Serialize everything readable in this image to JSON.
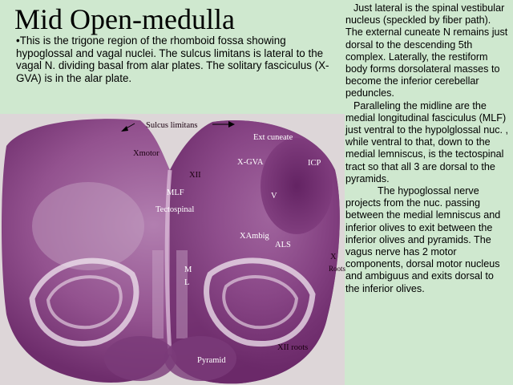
{
  "title": "Mid Open-medulla",
  "intro": "•This is the trigone region of the rhomboid fossa showing hypoglossal and vagal nuclei. The sulcus limitans is lateral to the vagal N. dividing basal from alar plates. The solitary fasciculus (X-GVA) is in the alar plate.",
  "paragraphs": [
    "Just lateral is the spinal vestibular nucleus (speckled by fiber path). The external cuneate N remains just dorsal to the descending 5th complex. Laterally, the restiform body forms dorsolateral masses to become the inferior cerebellar peduncles.",
    "Paralleling the midline are the medial longitudinal fasciculus (MLF) just ventral to the hypolglossal nuc. , while ventral to that, down to the medial lemniscus, is the tectospinal tract so that all 3 are dorsal to the pyramids.",
    "The hypoglossal nerve projects from the nuc. passing between the medial lemniscus and inferior olives to exit between the inferior olives and pyramids. The vagus nerve has 2 motor components, dorsal motor nucleus and ambiguus and exits dorsal to the inferior olives."
  ],
  "labels": {
    "sulcus": "Sulcus limitans",
    "ext_cuneate": "Ext cuneate",
    "xmotor": "Xmotor",
    "xgva": "X-GVA",
    "icp": "ICP",
    "xii": "XII",
    "mlf": "MLF",
    "v": "V",
    "tectospinal": "Tectospinal",
    "xambig": "XAmbig",
    "als": "ALS",
    "x": "X",
    "roots": "Roots",
    "m": "M",
    "l": "L",
    "xii_roots": "XII roots",
    "pyramid": "Pyramid"
  }
}
